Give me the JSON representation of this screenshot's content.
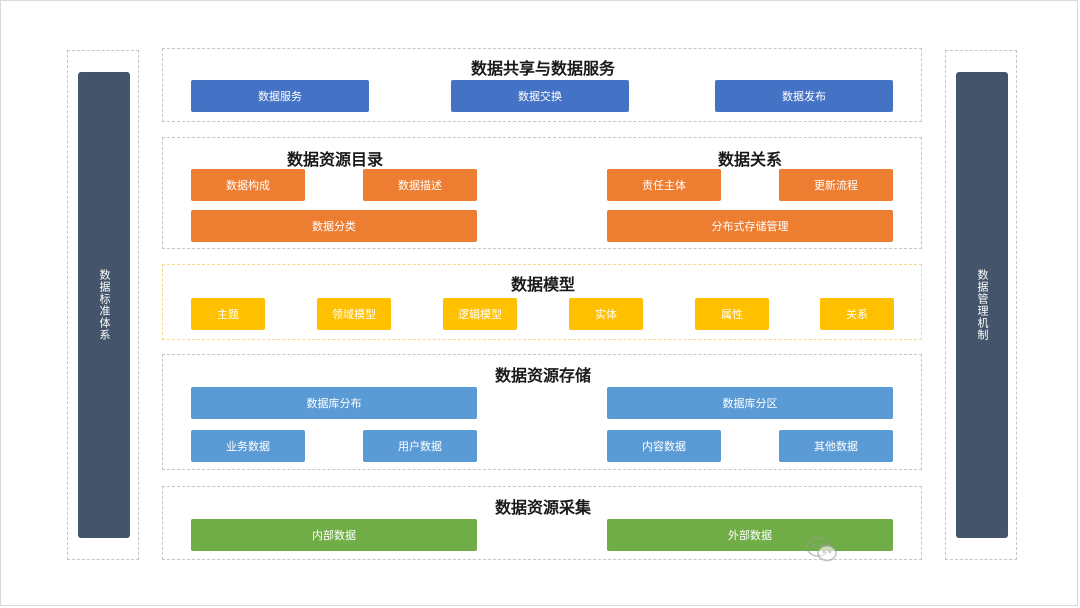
{
  "left_bar": {
    "label": "数据标准体系"
  },
  "right_bar": {
    "label": "数据管理机制"
  },
  "sharing": {
    "title": "数据共享与数据服务",
    "items": [
      "数据服务",
      "数据交换",
      "数据发布"
    ]
  },
  "catalog": {
    "title": "数据资源目录",
    "items": [
      "数据构成",
      "数据描述",
      "数据分类"
    ]
  },
  "relation": {
    "title": "数据关系",
    "items": [
      "责任主体",
      "更新流程",
      "分布式存储管理"
    ]
  },
  "model": {
    "title": "数据模型",
    "items": [
      "主题",
      "领域模型",
      "逻辑模型",
      "实体",
      "属性",
      "关系"
    ]
  },
  "storage": {
    "title": "数据资源存储",
    "items": [
      "数据库分布",
      "数据库分区",
      "业务数据",
      "用户数据",
      "内容数据",
      "其他数据"
    ]
  },
  "collection": {
    "title": "数据资源采集",
    "items": [
      "内部数据",
      "外部数据"
    ]
  },
  "colors": {
    "side_bar": "#44546a",
    "blue": "#4472c4",
    "orange": "#ed7d31",
    "yellow": "#ffc000",
    "light_blue": "#5b9bd5",
    "green": "#70ad47"
  },
  "watermark": {
    "icon": "wechat-logo-icon"
  }
}
